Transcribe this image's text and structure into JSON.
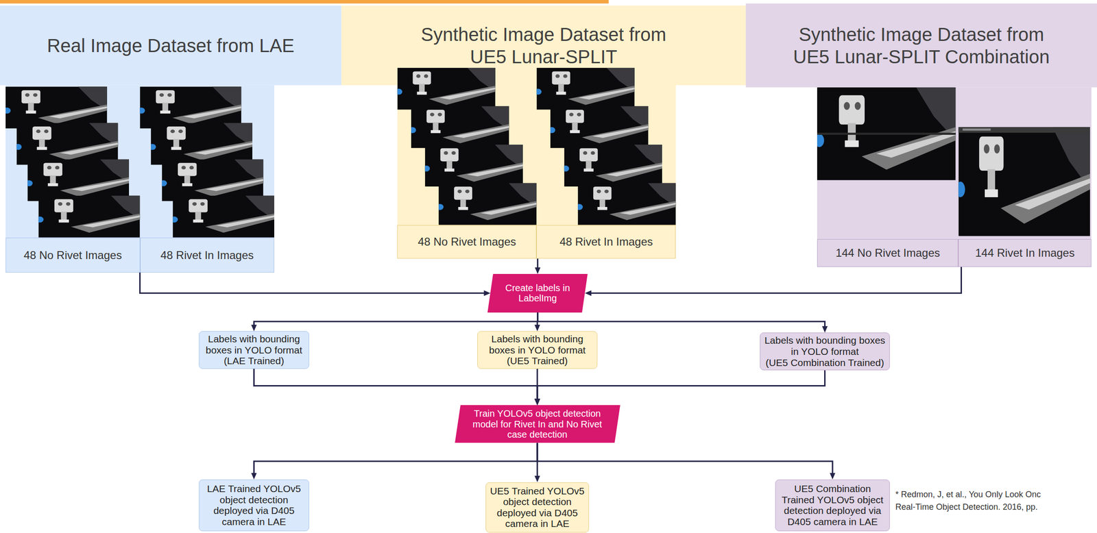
{
  "diagram": {
    "nodes": [
      {
        "text": [
          "Real Image Dataset from LAE"
        ]
      },
      {
        "text": [
          "48 No Rivet Images"
        ],
        "in": 0
      },
      {
        "text": [
          "48 Rivet In Images"
        ],
        "in": 0
      },
      {
        "text": [
          "Synthetic Image Dataset from UE5 Lunar-SPLIT"
        ]
      },
      {
        "text": [
          "48 No Rivet Images"
        ],
        "in": 3
      },
      {
        "text": [
          "48 Rivet In Images"
        ],
        "in": 3
      },
      {
        "text": [
          "Synthetic Image Dataset from UE5 Lunar-SPLIT Combination"
        ]
      },
      {
        "text": [
          "144 No Rivet Images"
        ],
        "in": 6
      },
      {
        "text": [
          "144 Rivet In Images"
        ],
        "in": 6
      },
      {
        "text": [
          "Create labels in LabelImg"
        ]
      },
      {
        "text": [
          "Labels with bounding boxes in YOLO format",
          "(LAE Trained)"
        ]
      },
      {
        "text": [
          "Labels with bounding boxes in YOLO format",
          "(UE5 Trained)"
        ]
      },
      {
        "text": [
          "Labels with bounding boxes in YOLO format",
          "(UE5 Combination Trained)"
        ]
      },
      {
        "text": [
          "Train YOLOv5 object detection model for Rivet In and No Rivet case detection"
        ]
      },
      {
        "text": [
          "LAE Trained YOLOv5 object detection deployed via D405 camera in LAE"
        ]
      },
      {
        "text": [
          "UE5 Trained YOLOv5 object detection deployed via D405 camera in LAE"
        ]
      },
      {
        "text": [
          "UE5 Combination Trained YOLOv5 object detection deployed via D405 camera in LAE"
        ]
      }
    ],
    "edges": [
      {
        "from": 0,
        "to": 9,
        "arrow": "to"
      },
      {
        "from": 3,
        "to": 9,
        "arrow": "to"
      },
      {
        "from": 6,
        "to": 9,
        "arrow": "to"
      },
      {
        "from": 9,
        "to": 10,
        "arrow": "to"
      },
      {
        "from": 9,
        "to": 11,
        "arrow": "to"
      },
      {
        "from": 9,
        "to": 12,
        "arrow": "to"
      },
      {
        "from": 10,
        "to": 13,
        "arrow": "to"
      },
      {
        "from": 11,
        "to": 13,
        "arrow": "to"
      },
      {
        "from": 12,
        "to": 13,
        "arrow": "to"
      },
      {
        "from": 13,
        "to": 14,
        "arrow": "to"
      },
      {
        "from": 13,
        "to": 15,
        "arrow": "to"
      },
      {
        "from": 13,
        "to": 16,
        "arrow": "to"
      }
    ],
    "labels": [
      "* Redmon, J, et al., You Only Look Onc",
      "Real-Time Object Detection. 2016, pp."
    ]
  }
}
